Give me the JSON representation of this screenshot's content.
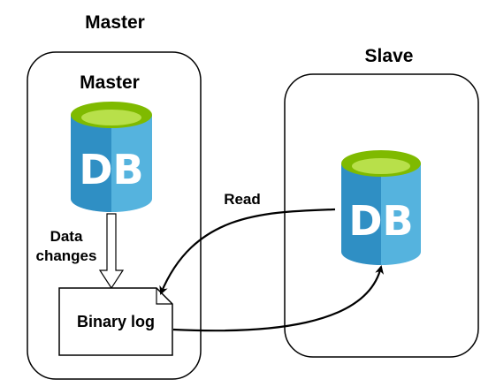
{
  "outer_master": {
    "title": "Master"
  },
  "master_box": {
    "title": "Master"
  },
  "slave_box": {
    "title": "Slave"
  },
  "master_db": {
    "label": "DB"
  },
  "slave_db": {
    "label": "DB"
  },
  "data_changes": {
    "line1": "Data",
    "line2": "changes"
  },
  "binary_log": {
    "label": "Binary log"
  },
  "read_arrow": {
    "label": "Read"
  },
  "colors": {
    "db_left": "#2f8fc4",
    "db_right": "#55b3de",
    "db_top_ring": "#7fba00",
    "db_top_inner": "#b8e04a",
    "box_stroke": "#000000"
  }
}
